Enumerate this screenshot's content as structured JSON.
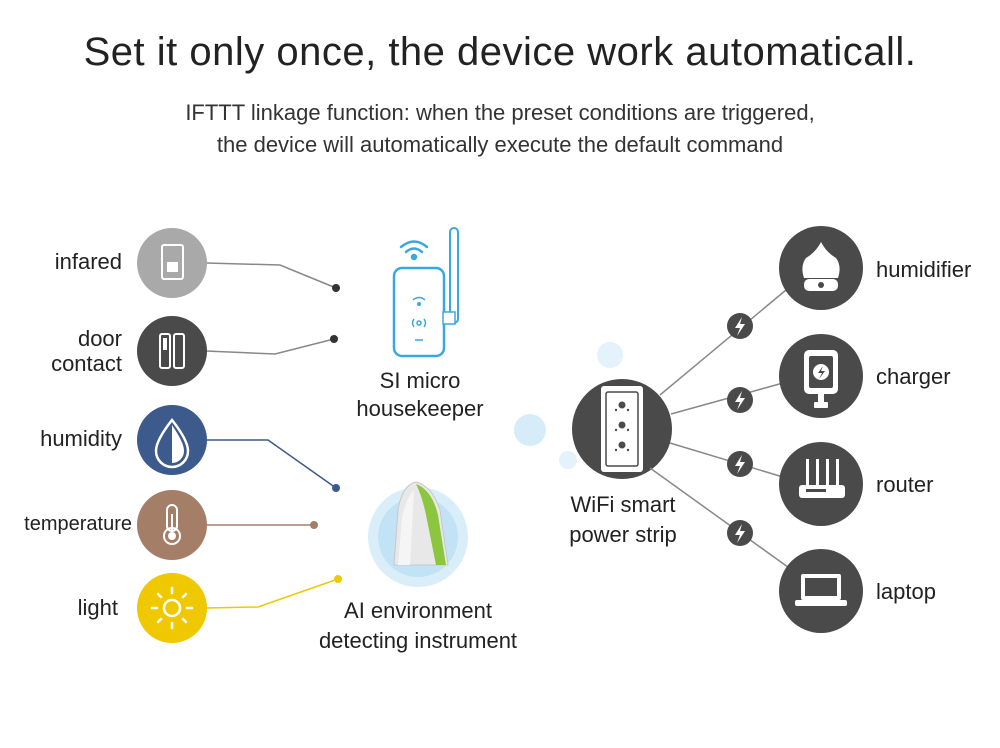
{
  "header": {
    "title": "Set it only once, the device work automaticall.",
    "subtitle_line1": "IFTTT linkage function: when the preset conditions are triggered,",
    "subtitle_line2": "the device will automatically execute the default command"
  },
  "sensors": [
    {
      "label": "infared",
      "color": "#a9a9a9",
      "icon": "infrared-sensor-icon"
    },
    {
      "label_line1": "door",
      "label_line2": "contact",
      "color": "#4a4a4a",
      "icon": "door-contact-icon"
    },
    {
      "label": "humidity",
      "color": "#3d5a8c",
      "icon": "water-drop-icon"
    },
    {
      "label": "temperature",
      "color": "#a57e68",
      "icon": "thermometer-icon"
    },
    {
      "label": "light",
      "color": "#f0c800",
      "icon": "sun-icon"
    }
  ],
  "hubs": {
    "housekeeper": {
      "line1": "SI micro",
      "line2": "housekeeper"
    },
    "environment": {
      "line1": "AI environment",
      "line2": "detecting instrument"
    },
    "power_strip": {
      "line1": "WiFi smart",
      "line2": "power strip"
    }
  },
  "appliances": [
    {
      "label": "humidifier",
      "icon": "humidifier-icon"
    },
    {
      "label": "charger",
      "icon": "charger-icon"
    },
    {
      "label": "router",
      "icon": "router-icon"
    },
    {
      "label": "laptop",
      "icon": "laptop-icon"
    }
  ],
  "colors": {
    "dark_circle": "#4a4a4a",
    "accent_blue": "#3aa8e0",
    "line_gray": "#888888"
  }
}
